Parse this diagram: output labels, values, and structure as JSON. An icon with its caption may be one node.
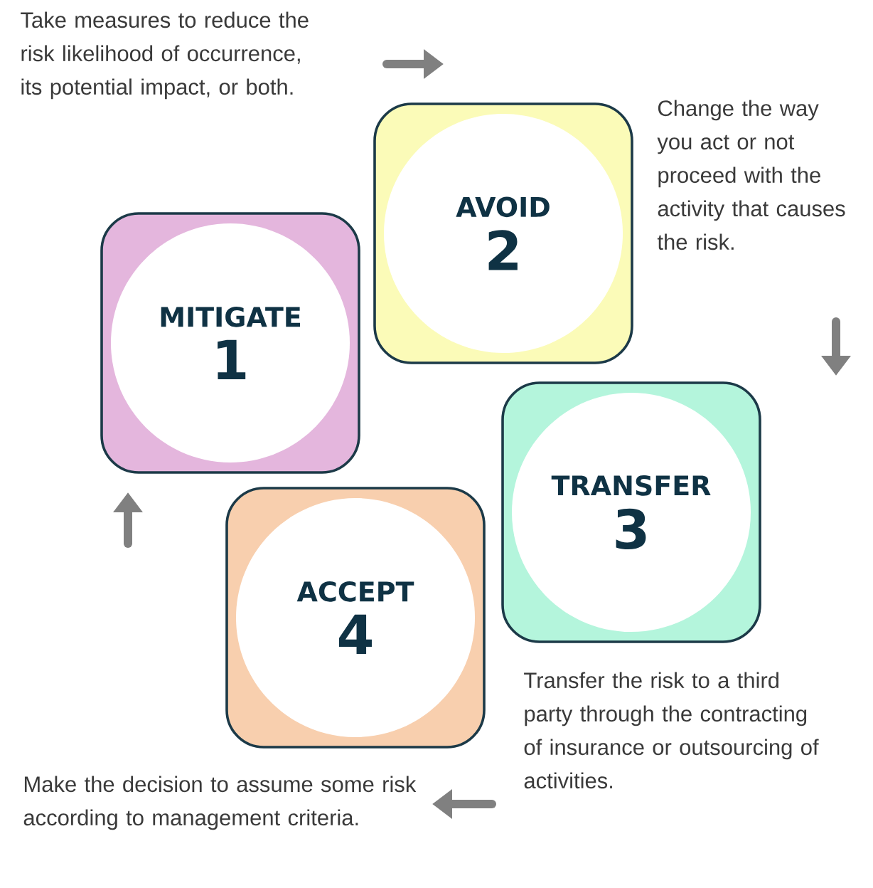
{
  "diagram": {
    "nodes": [
      {
        "text": [
          "MITIGATE",
          "1"
        ]
      },
      {
        "text": [
          "AVOID",
          "2"
        ]
      },
      {
        "text": [
          "TRANSFER",
          "3"
        ]
      },
      {
        "text": [
          "ACCEPT",
          "4"
        ]
      }
    ],
    "labels": [
      "Take measures to reduce the risk likelihood of occurrence, its potential impact, or both.",
      "Change the way you act or not proceed with the activity that causes the risk.",
      "Transfer the risk to a third party through the contracting of insurance or outsourcing of activities.",
      "Make the decision to assume some risk according to management criteria."
    ]
  }
}
